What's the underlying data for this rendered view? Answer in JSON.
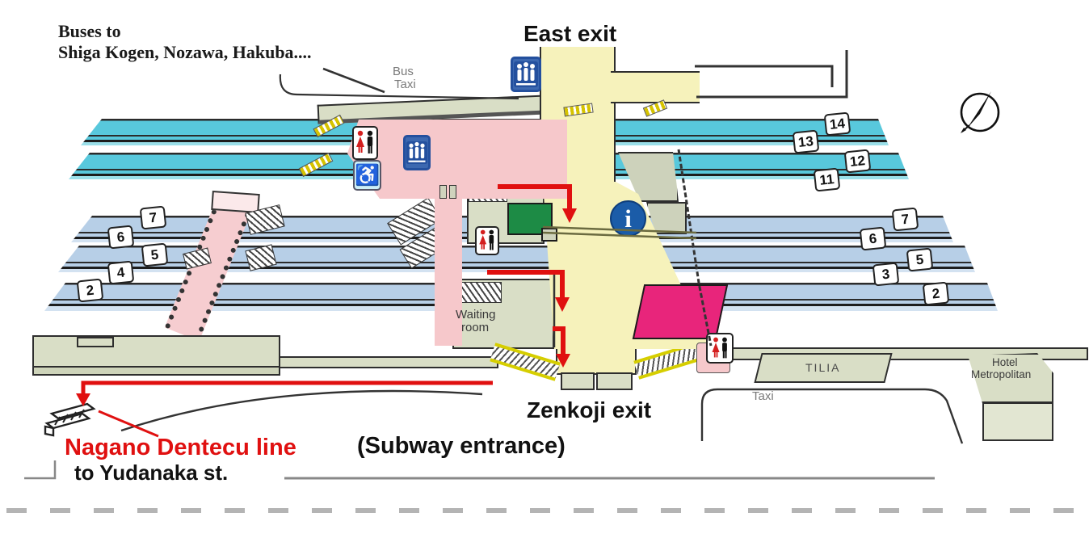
{
  "labels": {
    "buses_line1": "Buses to",
    "buses_line2": "Shiga Kogen, Nozawa, Hakuba....",
    "bus_small": "Bus",
    "taxi_small": "Taxi",
    "east_exit": "East exit",
    "zenkoji_exit": "Zenkoji exit",
    "waiting_line1": "Waiting",
    "waiting_line2": "room",
    "tilia": "TILIA",
    "taxi_right": "Taxi",
    "hotel_line1": "Hotel",
    "hotel_line2": "Metropolitan",
    "dentecu_line": "Nagano Dentecu line",
    "subway_entrance": "(Subway entrance)",
    "yudanaka": "to Yudanaka st.",
    "info_glyph": "i",
    "wheelchair_glyph": "♿"
  },
  "platforms": {
    "upper_right": [
      "14",
      "13",
      "12",
      "11"
    ],
    "mid_left": [
      "7",
      "6",
      "5",
      "4",
      "2"
    ],
    "mid_right": [
      "7",
      "6",
      "5",
      "3",
      "2"
    ]
  },
  "icons": [
    "escalator-icon",
    "restroom-icon",
    "wheelchair-icon",
    "info-icon",
    "compass-icon",
    "subway-entrance-icon",
    "stairs-ramp-icon"
  ],
  "colors": {
    "cyan_track": "#58c8dc",
    "light_blue_track": "#b7cfe7",
    "concourse_yellow": "#f6f2bb",
    "pink_concourse": "#f6c8cb",
    "olive_building": "#d9dec6",
    "green_box": "#1d8b45",
    "magenta_box": "#e8257b",
    "info_blue": "#1b5ca8",
    "arrow_red": "#e01010"
  }
}
